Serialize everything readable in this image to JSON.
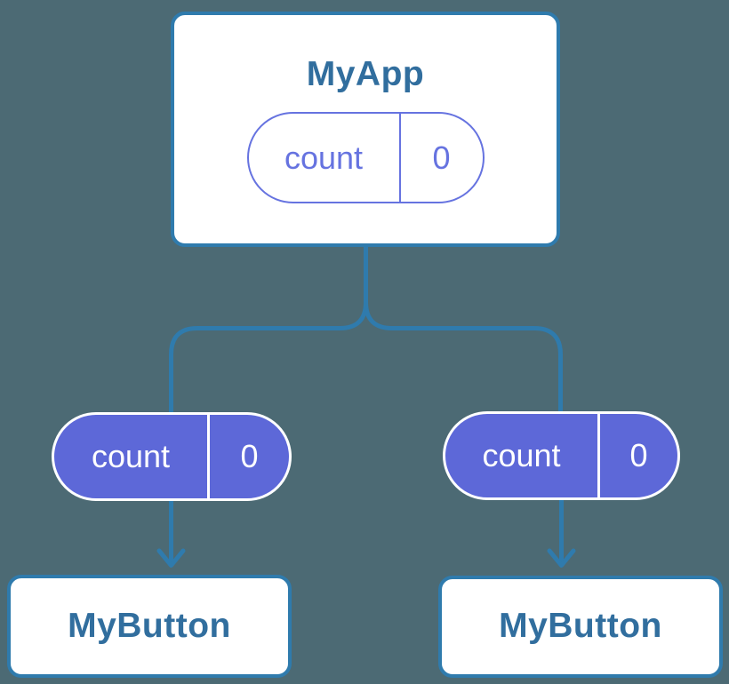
{
  "diagram": {
    "title": "react-component-tree",
    "root": {
      "label": "MyApp",
      "state_pill": {
        "name": "count",
        "value": "0"
      }
    },
    "children": [
      {
        "label": "MyButton",
        "prop_pill": {
          "name": "count",
          "value": "0"
        }
      },
      {
        "label": "MyButton",
        "prop_pill": {
          "name": "count",
          "value": "0"
        }
      }
    ],
    "colors": {
      "background": "#4c6a74",
      "connector_blue": "#2f7bad",
      "node_border": "#2f7bad",
      "node_fill": "#ffffff",
      "node_title_text": "#316e9e",
      "state_pill_outline": "#6673e0",
      "state_pill_text": "#6673e0",
      "prop_pill_fill": "#5d68d8",
      "prop_pill_outline": "#ffffff",
      "prop_pill_text": "#ffffff"
    }
  }
}
